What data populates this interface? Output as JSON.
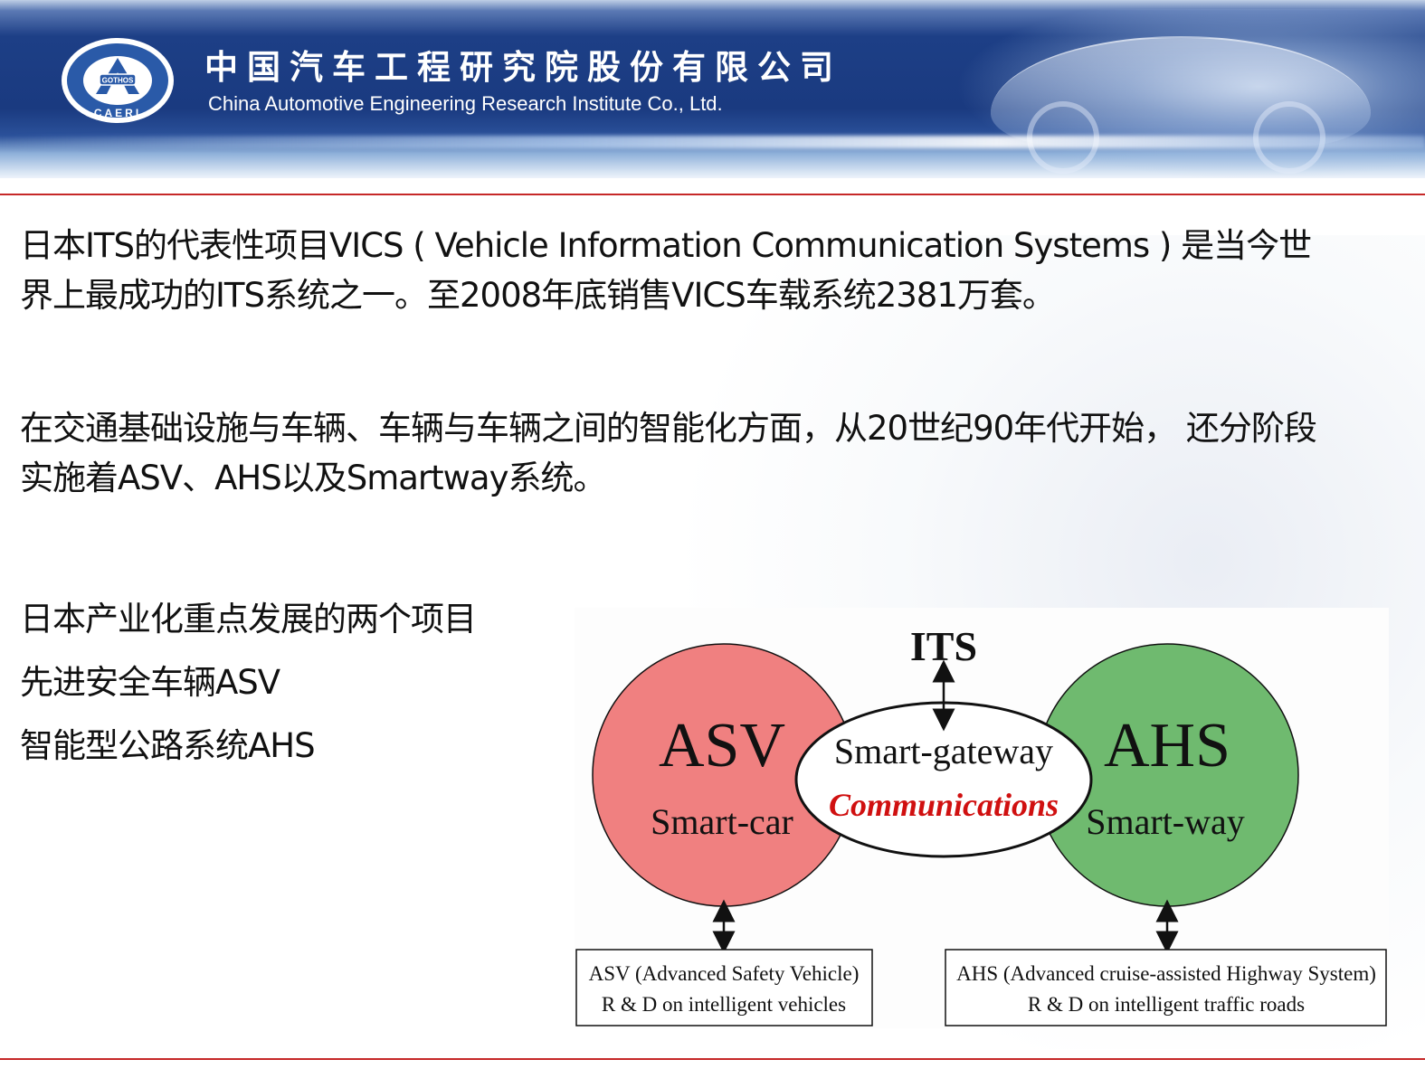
{
  "header": {
    "company_cn": "中国汽车工程研究院股份有限公司",
    "company_en": "China Automotive Engineering Research Institute Co., Ltd.",
    "logo_text": "CAERI",
    "logo_badge": "GOTHOS"
  },
  "paragraphs": [
    {
      "lines": [
        "日本ITS的代表性项目VICS ( Vehicle Information Communication Systems ) 是当今世",
        "界上最成功的ITS系统之一。至2008年底销售VICS车载系统2381万套。"
      ]
    },
    {
      "lines": [
        "在交通基础设施与车辆、车辆与车辆之间的智能化方面，从20世纪90年代开始， 还分阶段",
        "实施着ASV、AHS以及Smartway系统。"
      ]
    },
    {
      "lines": [
        "日本产业化重点发展的两个项目",
        "先进安全车辆ASV",
        "智能型公路系统AHS"
      ]
    }
  ],
  "diagram": {
    "its_label": "ITS",
    "left_circle": {
      "title": "ASV",
      "subtitle": "Smart-car",
      "color": "#f08080"
    },
    "right_circle": {
      "title": "AHS",
      "subtitle": "Smart-way",
      "color": "#6fba6f"
    },
    "center_ellipse": {
      "title": "Smart-gateway",
      "subtitle": "Communications",
      "subtitle_color": "#d01010"
    },
    "left_box": {
      "line1": "ASV (Advanced Safety Vehicle)",
      "line2": "R & D on intelligent vehicles"
    },
    "right_box": {
      "line1": "AHS (Advanced cruise-assisted Highway System)",
      "line2": "R & D on intelligent traffic roads"
    }
  },
  "colors": {
    "banner_blue": "#1a3a80",
    "rule_red": "#c62828"
  }
}
